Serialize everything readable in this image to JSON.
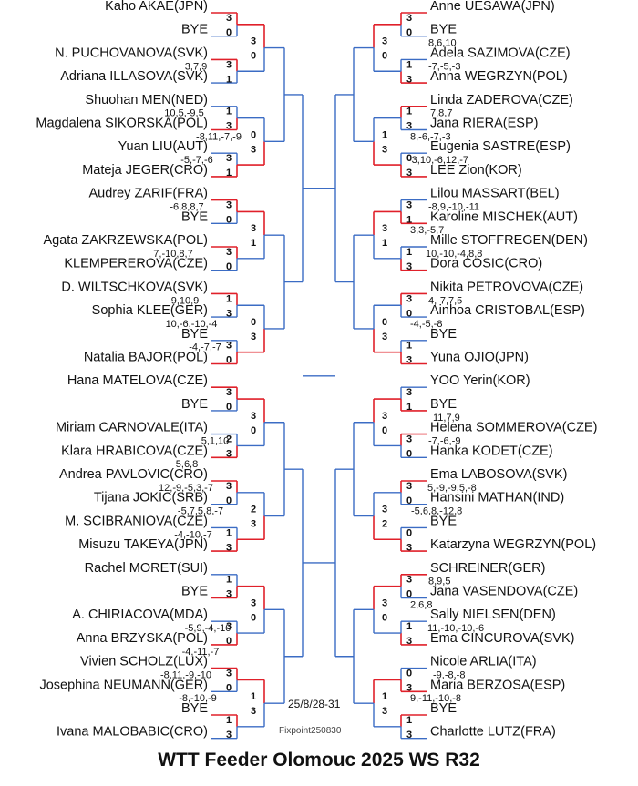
{
  "title": "WTT Feeder Olomouc 2025 WS R32",
  "date": "25/8/28-31",
  "credit": "Fixpoint250830",
  "left_players": [
    "Kaho AKAE(JPN)",
    "BYE",
    "N. PUCHOVANOVA(SVK)",
    "Adriana ILLASOVA(SVK)",
    "Shuohan MEN(NED)",
    "Magdalena SIKORSKA(POL)",
    "Yuan LIU(AUT)",
    "Mateja JEGER(CRO)",
    "Audrey ZARIF(FRA)",
    "BYE",
    "Agata ZAKRZEWSKA(POL)",
    "KLEMPEREROVA(CZE)",
    "D. WILTSCHKOVA(SVK)",
    "Sophia KLEE(GER)",
    "BYE",
    "Natalia BAJOR(POL)",
    "Hana MATELOVA(CZE)",
    "BYE",
    "Miriam CARNOVALE(ITA)",
    "Klara HRABICOVA(CZE)",
    "Andrea PAVLOVIC(CRO)",
    "Tijana JOKIC(SRB)",
    "M. SCIBRANIOVA(CZE)",
    "Misuzu TAKEYA(JPN)",
    "Rachel MORET(SUI)",
    "BYE",
    "A. CHIRIACOVA(MDA)",
    "Anna BRZYSKA(POL)",
    "Vivien SCHOLZ(LUX)",
    "Josephina NEUMANN(GER)",
    "BYE",
    "Ivana MALOBABIC(CRO)"
  ],
  "right_players": [
    "Anne UESAWA(JPN)",
    "BYE",
    "Adela SAZIMOVA(CZE)",
    "Anna WEGRZYN(POL)",
    "Linda ZADEROVA(CZE)",
    "Jana RIERA(ESP)",
    "Eugenia SASTRE(ESP)",
    "LEE Zion(KOR)",
    "Lilou MASSART(BEL)",
    "Karoline MISCHEK(AUT)",
    "Mille STOFFREGEN(DEN)",
    "Dora COSIC(CRO)",
    "Nikita PETROVOVA(CZE)",
    "Ainhoa CRISTOBAL(ESP)",
    "BYE",
    "Yuna OJIO(JPN)",
    "YOO Yerin(KOR)",
    "BYE",
    "Helena SOMMEROVA(CZE)",
    "Hanka KODET(CZE)",
    "Ema LABOSOVA(SVK)",
    "Hansini MATHAN(IND)",
    "BYE",
    "Katarzyna WEGRZYN(POL)",
    "SCHREINER(GER)",
    "Jana VASENDOVA(CZE)",
    "Sally NIELSEN(DEN)",
    "Ema CINCUROVA(SVK)",
    "Nicole ARLIA(ITA)",
    "Maria BERZOSA(ESP)",
    "BYE",
    "Charlotte LUTZ(FRA)"
  ],
  "left_r1_winner": [
    0,
    0,
    1,
    1,
    0,
    0,
    0,
    1,
    0,
    1,
    0,
    1,
    1,
    1,
    0,
    0
  ],
  "right_r1_winner": [
    0,
    1,
    0,
    1,
    1,
    1,
    0,
    1,
    1,
    0,
    0,
    1,
    0,
    1,
    1,
    0
  ],
  "left_r2_winner": [
    0,
    1,
    0,
    1,
    0,
    1,
    0,
    0
  ],
  "right_r2_winner": [
    0,
    1,
    0,
    1,
    0,
    1,
    0,
    0
  ],
  "left_r1_results": [
    [
      "3",
      "0"
    ],
    [
      "3",
      "1"
    ],
    [
      "1",
      "3"
    ],
    [
      "3",
      "1"
    ],
    [
      "3",
      "0"
    ],
    [
      "3",
      "0"
    ],
    [
      "1",
      "3"
    ],
    [
      "3",
      "0"
    ],
    [
      "3",
      "0"
    ],
    [
      "2",
      "3"
    ],
    [
      "3",
      "0"
    ],
    [
      "1",
      "3"
    ],
    [
      "1",
      "3"
    ],
    [
      "3",
      "0"
    ],
    [
      "3",
      "0"
    ],
    [
      "1",
      "3"
    ]
  ],
  "right_r1_results": [
    [
      "3",
      "0"
    ],
    [
      "1",
      "3"
    ],
    [
      "1",
      "3"
    ],
    [
      "0",
      "3"
    ],
    [
      "3",
      "1"
    ],
    [
      "1",
      "3"
    ],
    [
      "3",
      "0"
    ],
    [
      "1",
      "3"
    ],
    [
      "3",
      "1"
    ],
    [
      "3",
      "0"
    ],
    [
      "3",
      "0"
    ],
    [
      "0",
      "3"
    ],
    [
      "3",
      "0"
    ],
    [
      "1",
      "3"
    ],
    [
      "0",
      "3"
    ],
    [
      "1",
      "3"
    ]
  ],
  "left_r2_results": [
    [
      "3",
      "0"
    ],
    [
      "0",
      "3"
    ],
    [
      "3",
      "1"
    ],
    [
      "0",
      "3"
    ],
    [
      "3",
      "0"
    ],
    [
      "2",
      "3"
    ],
    [
      "3",
      "0"
    ],
    [
      "1",
      "3"
    ]
  ],
  "right_r2_results": [
    [
      "3",
      "0"
    ],
    [
      "1",
      "3"
    ],
    [
      "3",
      "1"
    ],
    [
      "0",
      "3"
    ],
    [
      "3",
      "0"
    ],
    [
      "3",
      "2"
    ],
    [
      "3",
      "0"
    ],
    [
      "1",
      "3"
    ]
  ],
  "left_scores": [
    "",
    "3,7,9",
    "10,5,-9,5",
    "-8,11,-7,-9",
    "-5,-7,-6",
    "-6,8,8,7",
    "",
    "7,-10,8,7",
    "9,10,9",
    "10,-6,-10,-4",
    "-4,-7,-7",
    "",
    "5,1,10",
    "5,6,8",
    "12,-9,-5,3,-7",
    "-5,7,5,8,-7",
    "-4,-10,-7",
    "",
    "-5,9,-4,-10",
    "-4,-11,-7",
    "-8,11,-9,-10",
    "-8,-10,-9"
  ],
  "right_scores": [
    "8,6,10",
    "-7,-5,-3",
    "7,8,7",
    "8,-6,-7,-3",
    "-3,10,-6,12,-7",
    "-8,9,-10,-11",
    "3,3,-5,7",
    "10,-10,-4,8,8",
    "4,-7,7,5",
    "-4,-5,-8",
    "11,7,9",
    "-7,-6,-9",
    "5,-9,-9,5,-8",
    "-5,6,8,-12,8",
    "8,9,5",
    "2,6,8",
    "11,-10,-10,-6",
    "-9,-8,-8",
    "9,-11,-10,-8"
  ]
}
